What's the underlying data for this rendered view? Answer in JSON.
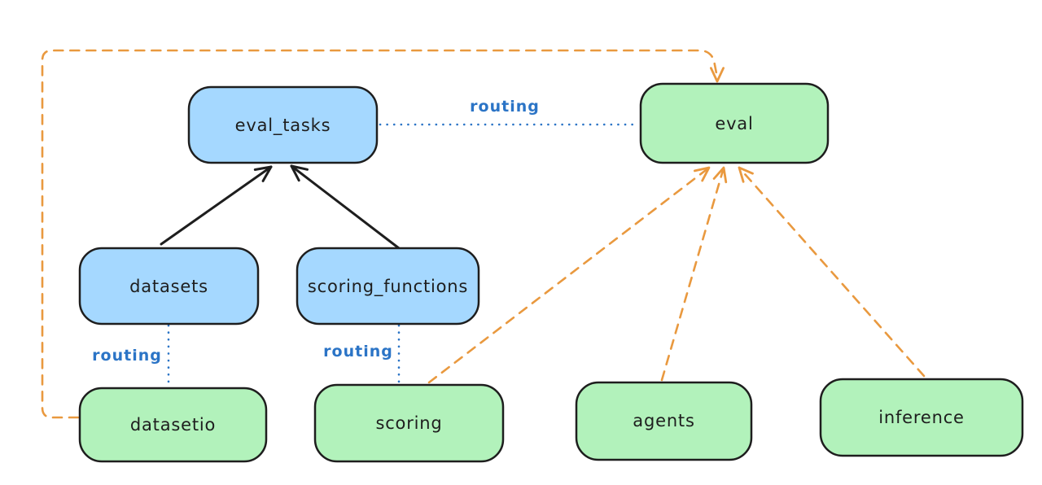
{
  "nodes": {
    "eval_tasks": "eval_tasks",
    "eval": "eval",
    "datasets": "datasets",
    "scoring_functions": "scoring_functions",
    "datasetio": "datasetio",
    "scoring": "scoring",
    "agents": "agents",
    "inference": "inference"
  },
  "labels": {
    "routing_eval_tasks_to_eval": "routing",
    "routing_datasets_to_datasetio": "routing",
    "routing_scoring_functions_to_scoring": "routing"
  },
  "edges": [
    {
      "from": "datasets",
      "to": "eval_tasks",
      "style": "solid-black-arrow"
    },
    {
      "from": "scoring_functions",
      "to": "eval_tasks",
      "style": "solid-black-arrow"
    },
    {
      "from": "eval_tasks",
      "to": "eval",
      "style": "blue-dotted",
      "label": "routing"
    },
    {
      "from": "datasets",
      "to": "datasetio",
      "style": "blue-dotted",
      "label": "routing"
    },
    {
      "from": "scoring_functions",
      "to": "scoring",
      "style": "blue-dotted",
      "label": "routing"
    },
    {
      "from": "datasetio",
      "to": "eval",
      "style": "orange-dashed-arrow"
    },
    {
      "from": "scoring",
      "to": "eval",
      "style": "orange-dashed-arrow"
    },
    {
      "from": "agents",
      "to": "eval",
      "style": "orange-dashed-arrow"
    },
    {
      "from": "inference",
      "to": "eval",
      "style": "orange-dashed-arrow"
    }
  ],
  "colors": {
    "blue_node_fill": "#a5d8ff",
    "green_node_fill": "#b2f2bb",
    "node_stroke": "#1e1e1e",
    "orange_edge": "#e9993f",
    "routing_blue": "#2b74c6",
    "background": "#ffffff"
  }
}
